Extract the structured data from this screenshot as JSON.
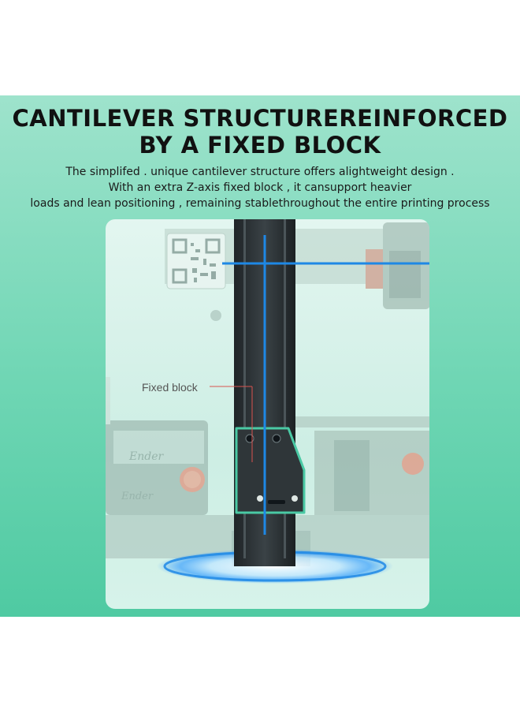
{
  "header": {
    "title_line1": "CANTILEVER STRUCTUREREINFORCED",
    "title_line2": "BY A FIXED BLOCK"
  },
  "description": {
    "line1": "The simplifed . unique cantilever structure offers alightweight design .",
    "line2": "With an extra Z-axis fixed block , it cansupport heavier",
    "line3": "loads and lean positioning , remaining stablethroughout the entire printing process"
  },
  "illustration": {
    "callout_label": "Fixed block",
    "icons": [
      "qr-code-icon",
      "printer-display-icon",
      "knob-icon",
      "fixed-block-icon"
    ],
    "colors": {
      "background": "#6fd6b4",
      "highlight_line": "#1e88e5",
      "callout_line": "#d9534f",
      "knob": "#e8735a",
      "column": "#2b3134"
    }
  }
}
